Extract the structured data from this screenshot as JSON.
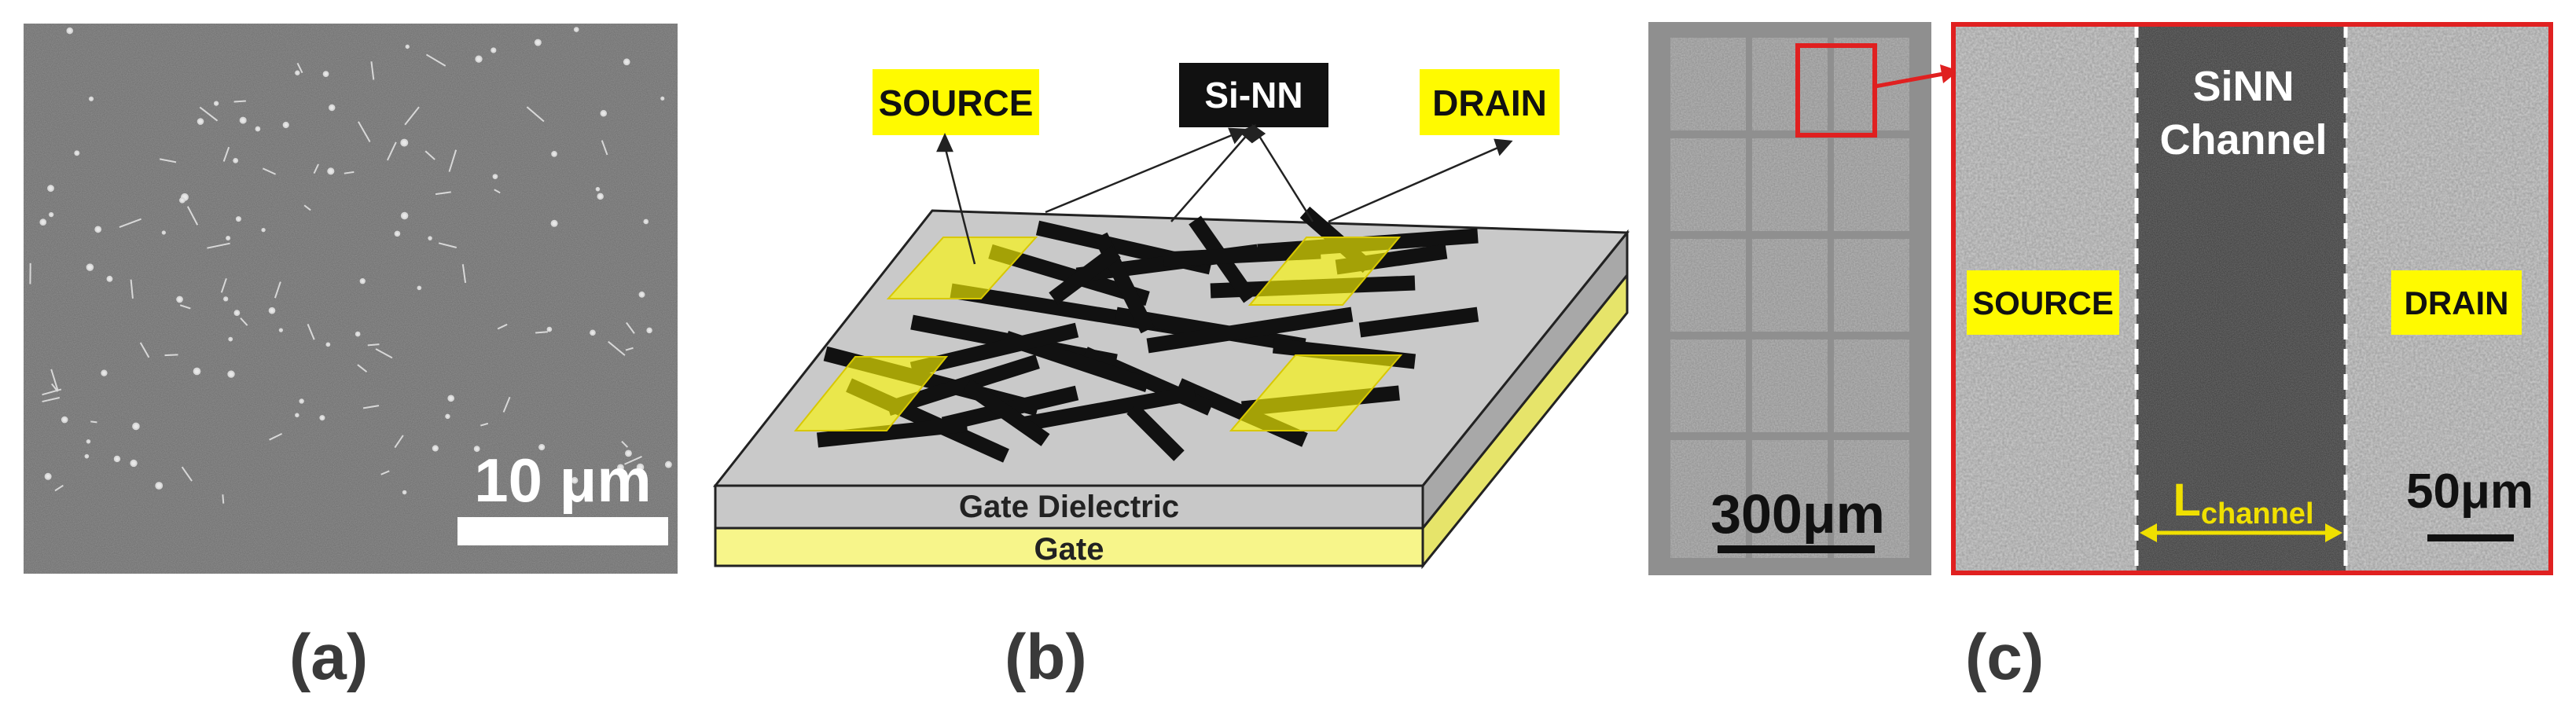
{
  "panel_a": {
    "scale_label": "10 μm",
    "caption": "(a)"
  },
  "panel_b": {
    "labels": {
      "source": "SOURCE",
      "sinn": "Si-NN",
      "drain": "DRAIN"
    },
    "layers": {
      "dielectric": "Gate Dielectric",
      "gate": "Gate"
    },
    "caption": "(b)",
    "colors": {
      "electrode": "#fffa00",
      "wire": "#111111",
      "dielectric": "#c8c8c8",
      "gate": "#f7f58a"
    }
  },
  "panel_c": {
    "overview_scale": "300μm",
    "zoom_labels": {
      "channel_line1": "SiNN",
      "channel_line2": "Channel",
      "source": "SOURCE",
      "drain": "DRAIN",
      "length_main": "L",
      "length_sub": "channel",
      "zoom_scale": "50μm"
    },
    "caption": "(c)",
    "colors": {
      "highlight": "#e02020",
      "arrow": "#f0e000"
    }
  }
}
